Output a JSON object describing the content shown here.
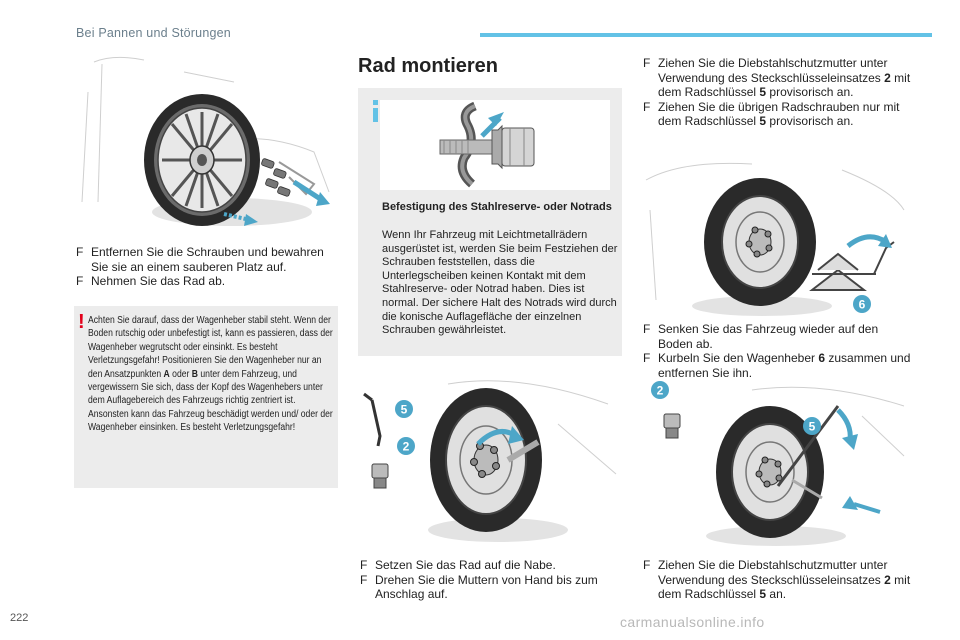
{
  "header": {
    "section_title": "Bei Pannen und Störungen",
    "accent_color": "#63c2e6"
  },
  "page_number": "222",
  "watermark": "carmanualsonline.info",
  "left_column": {
    "bullets": [
      "Entfernen Sie die Schrauben und bewahren Sie sie an einem sauberen Platz auf.",
      "Nehmen Sie das Rad ab."
    ],
    "warning": {
      "mark": "!",
      "text_parts": [
        "Achten Sie darauf, dass der Wagenheber stabil steht. Wenn der Boden rutschig oder unbefestigt ist, kann es passieren, dass der Wagenheber wegrutscht oder einsinkt. Es besteht Verletzungsgefahr! Positionieren Sie den Wagenheber nur an den Ansatzpunkten ",
        "A",
        " oder ",
        "B",
        " unter dem Fahrzeug, und vergewissern Sie sich, dass der Kopf des Wagenhebers unter dem Auflagebereich des Fahrzeugs richtig zentriert ist. Ansonsten kann das Fahrzeug beschädigt werden und/ oder der Wagenheber einsinken. Es besteht Verletzungsgefahr!"
      ]
    }
  },
  "middle_column": {
    "title": "Rad montieren",
    "info": {
      "mark": "i",
      "heading": "Befestigung des Stahlreserve- oder Notrads",
      "body": "Wenn Ihr Fahrzeug mit Leichtmetallrädern ausgerüstet ist, werden Sie beim Festziehen der Schrauben feststellen, dass die Unterlegscheiben keinen Kontakt mit dem Stahlreserve- oder Notrad haben. Dies ist normal. Der sichere Halt des Notrads wird durch die konische Auflagefläche der einzelnen Schrauben gewährleistet."
    },
    "callouts": [
      "5",
      "2"
    ],
    "bullets": [
      "Setzen Sie das Rad auf die Nabe.",
      "Drehen Sie die Muttern von Hand bis zum Anschlag auf."
    ]
  },
  "right_column": {
    "top_bullets": [
      [
        "Ziehen Sie die Diebstahlschutzmutter unter Verwendung des Steckschlüsseleinsatzes ",
        "2",
        " mit dem Radschlüssel ",
        "5",
        " provisorisch an."
      ],
      [
        "Ziehen Sie die übrigen Radschrauben nur mit dem Radschlüssel ",
        "5",
        " provisorisch an."
      ]
    ],
    "jack_callout": "6",
    "mid_bullets": [
      [
        "Senken Sie das Fahrzeug wieder auf den Boden ab."
      ],
      [
        "Kurbeln Sie den Wagenheber ",
        "6",
        " zusammen und entfernen Sie ihn."
      ]
    ],
    "callouts": [
      "2",
      "5"
    ],
    "bottom_bullets": [
      [
        "Ziehen Sie die Diebstahlschutzmutter unter Verwendung des Steckschlüsseleinsatzes ",
        "2",
        " mit dem Radschlüssel ",
        "5",
        " an."
      ]
    ]
  },
  "bullet_marker": "F",
  "colors": {
    "callout": "#4da6c8",
    "warning_mark": "#e2001a",
    "info_mark": "#63c2e6",
    "box_bg": "#ececec"
  }
}
